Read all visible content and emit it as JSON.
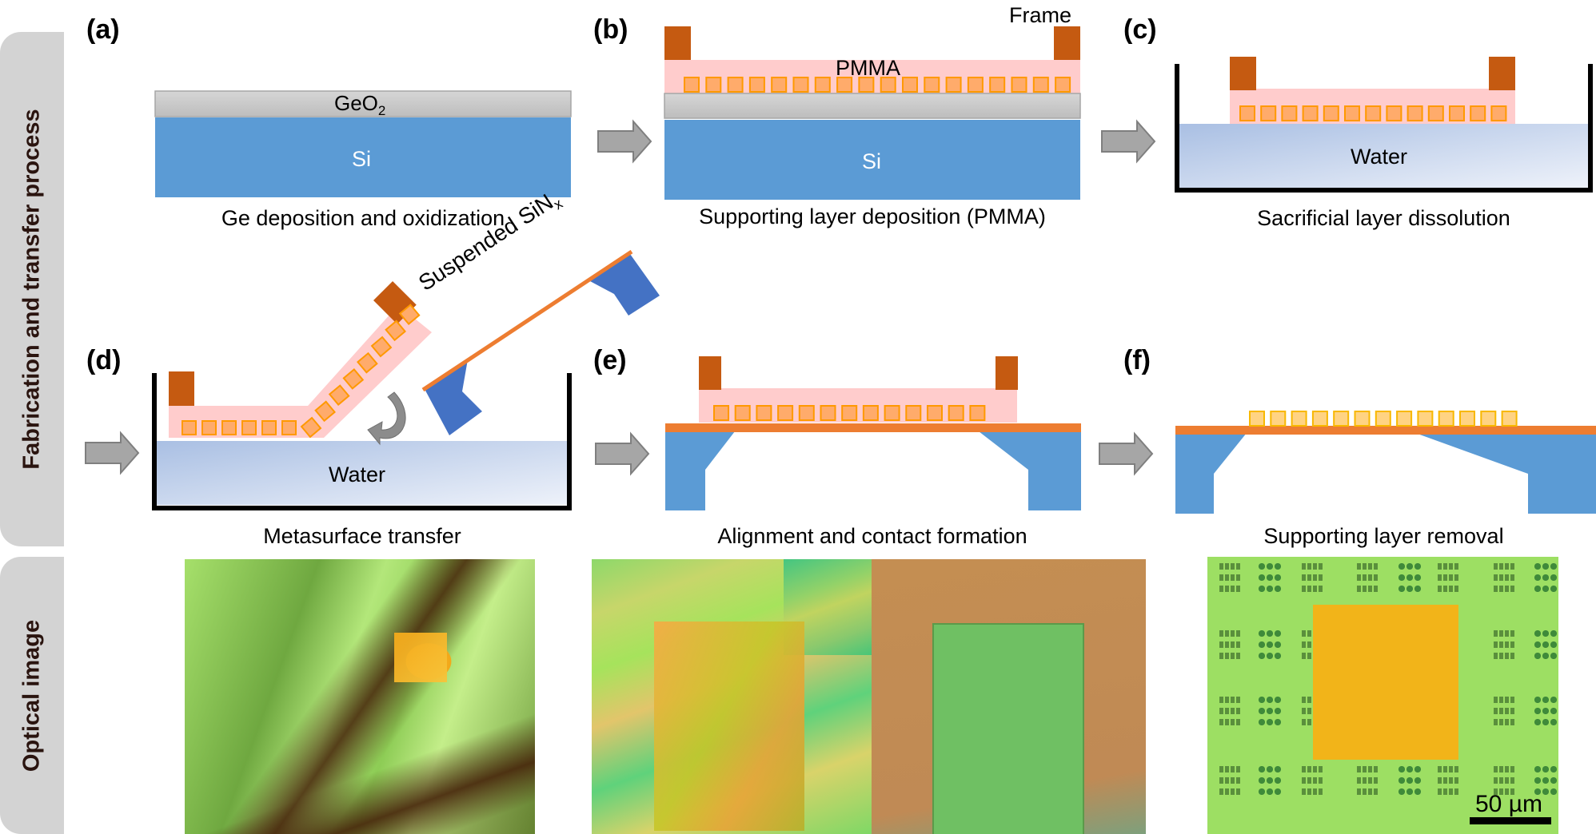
{
  "side_labels": {
    "process": "Fabrication and transfer process",
    "optical": "Optical image"
  },
  "panels": [
    {
      "id": "a",
      "label": "(a)",
      "caption": "Ge deposition and oxidization"
    },
    {
      "id": "b",
      "label": "(b)",
      "caption": "Supporting layer deposition (PMMA)"
    },
    {
      "id": "c",
      "label": "(c)",
      "caption": "Sacrificial layer dissolution"
    },
    {
      "id": "d",
      "label": "(d)",
      "caption": "Metasurface transfer"
    },
    {
      "id": "e",
      "label": "(e)",
      "caption": "Alignment and contact formation"
    },
    {
      "id": "f",
      "label": "(f)",
      "caption": "Supporting layer removal"
    }
  ],
  "layer_labels": {
    "geo2": "GeO",
    "geo2_sub": "2",
    "si": "Si",
    "pmma": "PMMA",
    "frame": "Frame",
    "water": "Water",
    "sinx": "Suspended SiN",
    "sinx_sub": "x"
  },
  "metasurface_counts": {
    "b": 18,
    "c": 13,
    "d_flat": 6,
    "d_tilted": 8,
    "e": 13,
    "f": 13
  },
  "scale_bar": "50 µm",
  "colors": {
    "si": "#5b9bd5",
    "substrate_support": "#4472c4",
    "geo2": "#c9c9c9",
    "pmma": "#ffcccc",
    "frame": "#c55a11",
    "meta_fill": "#ffab6b",
    "meta_stroke": "#ff9900",
    "sinx": "#ed7d31",
    "water_top": "#a9bfe3",
    "water_bottom": "#e8eef8",
    "arrow": "#a6a6a6",
    "side_bg": "#d3d3d3",
    "side_text": "#2a140f",
    "optical_green": "#9ddf63",
    "optical_gold": "#f2b419"
  }
}
